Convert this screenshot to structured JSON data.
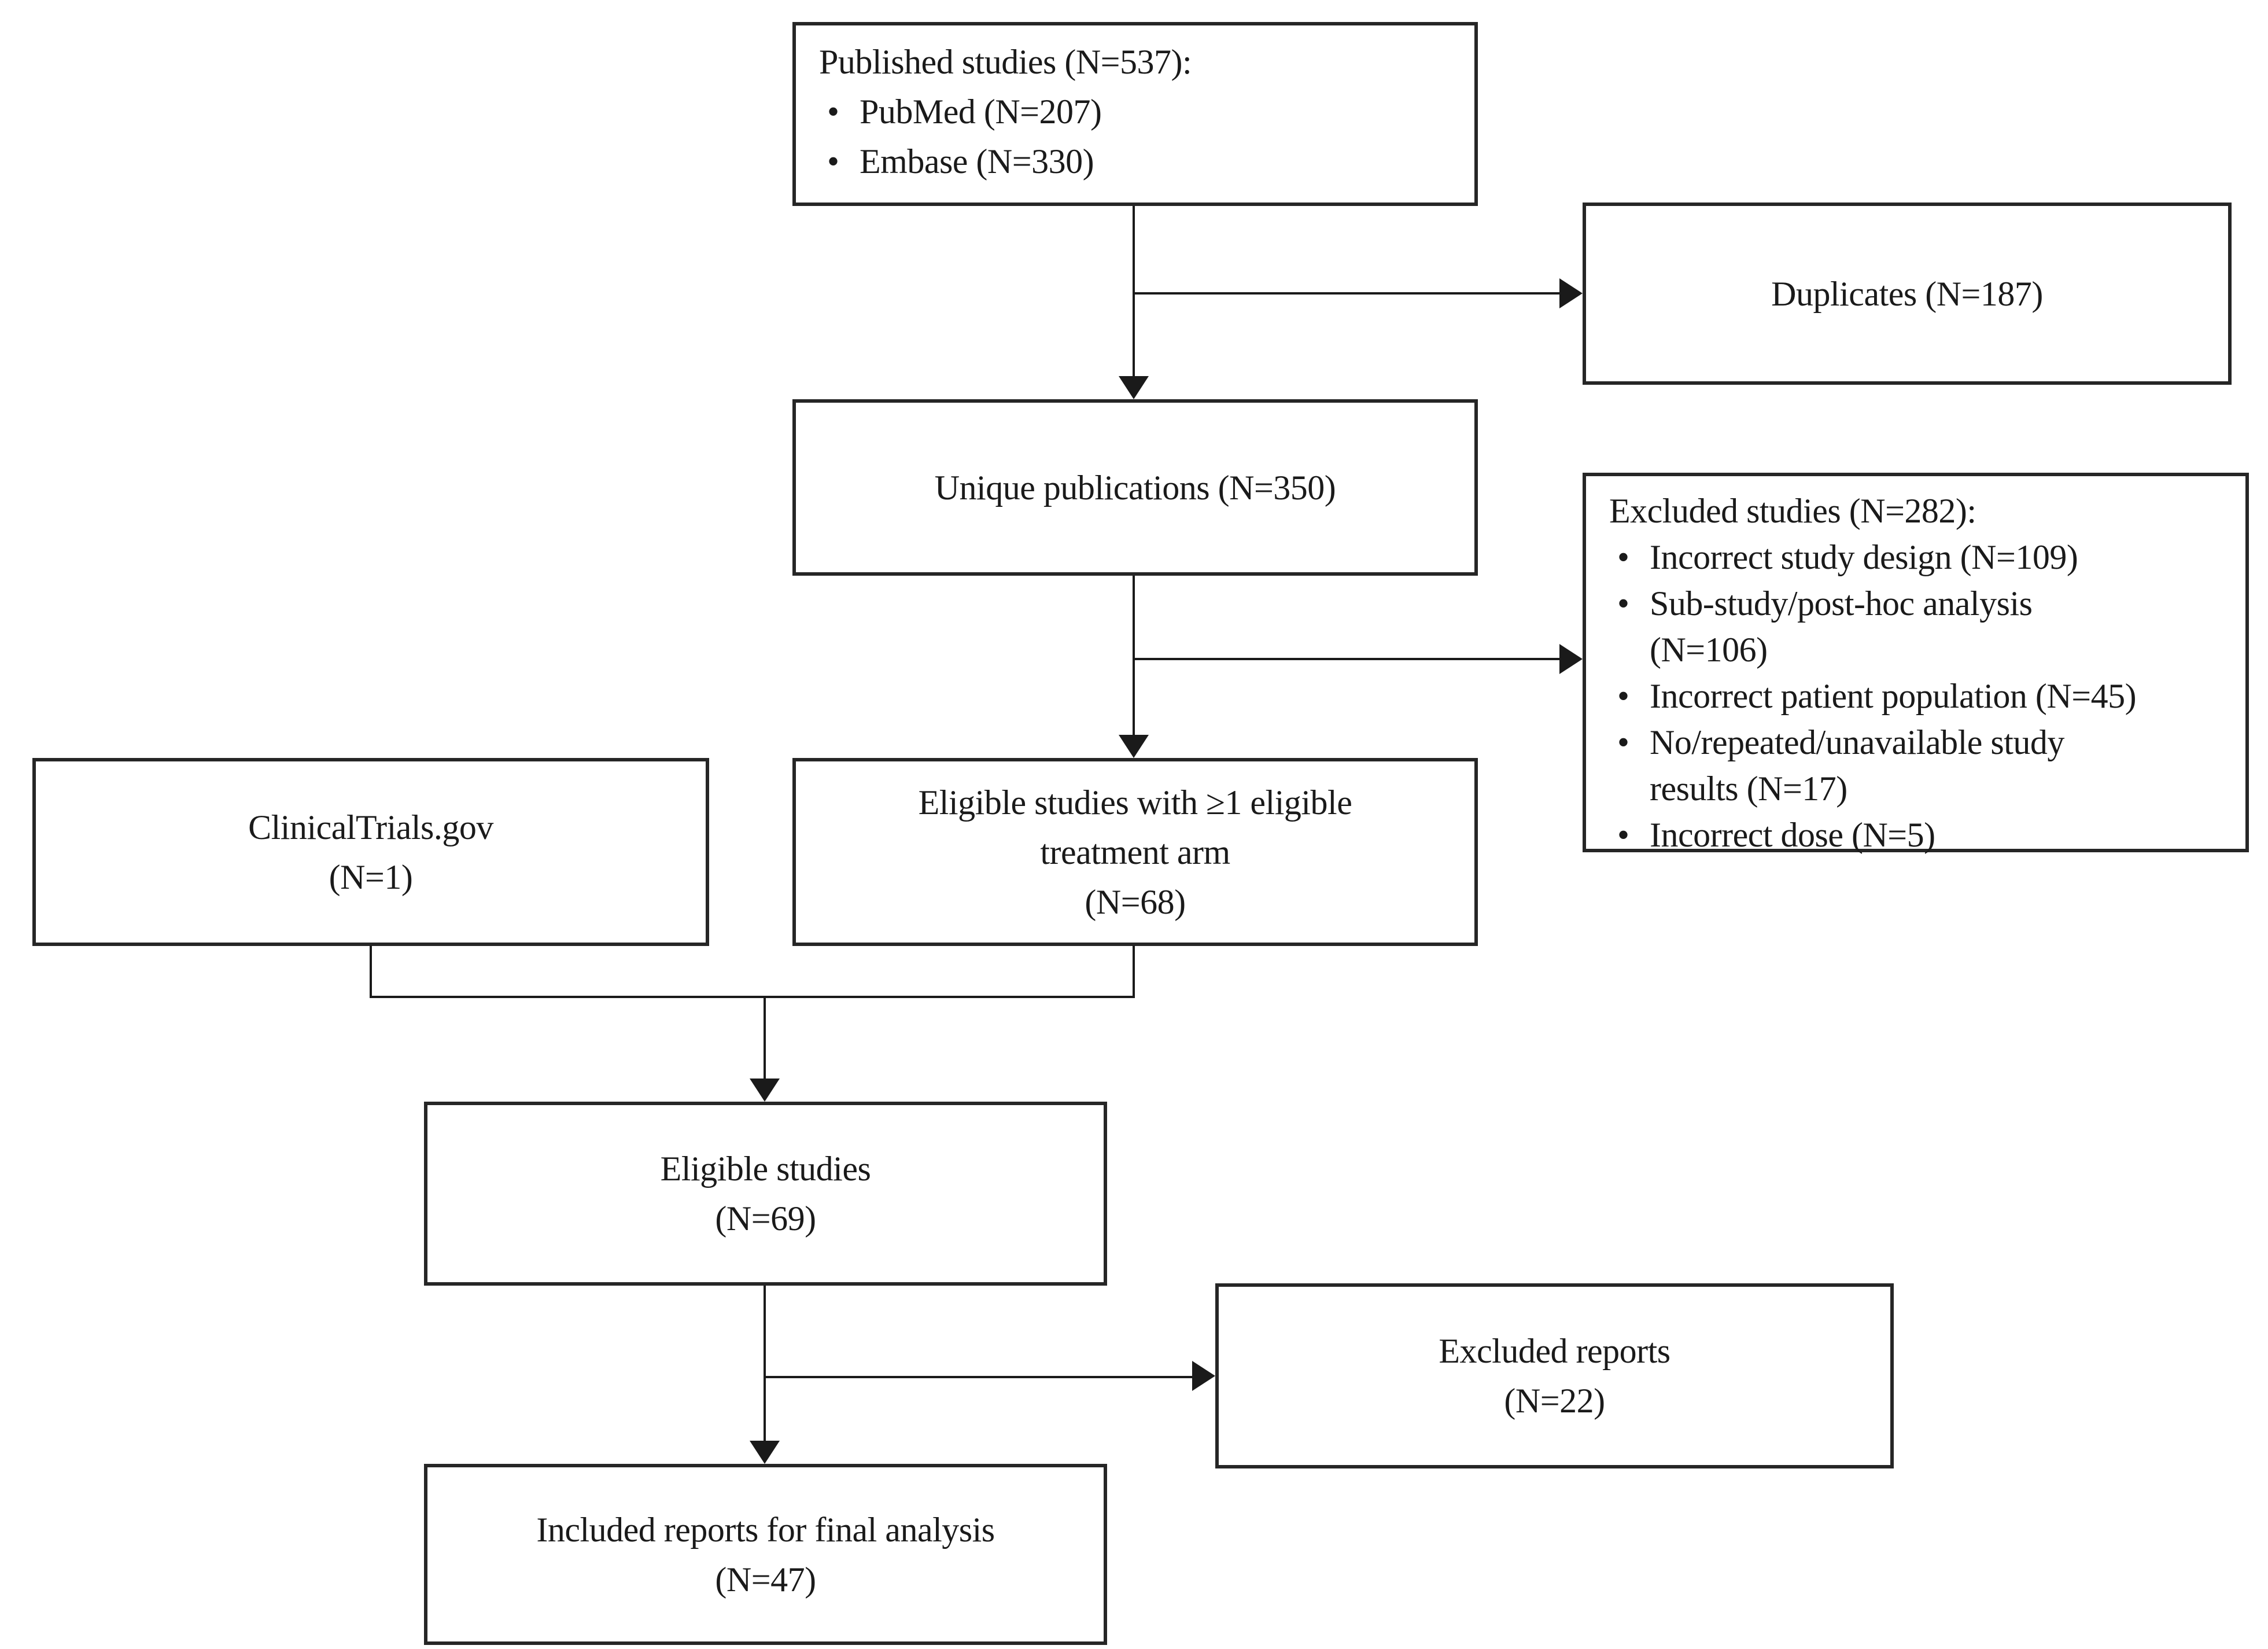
{
  "diagram": {
    "title": "Study selection flowchart",
    "bullet_glyph": "•",
    "colors": {
      "background": "#ffffff",
      "border": "#262626",
      "line": "#1a1a1a",
      "text": "#1a1a1a"
    },
    "boxes": {
      "published": {
        "title": "Published studies (N=537):",
        "bullets": [
          [
            "PubMed (N=207)"
          ],
          [
            "Embase (N=330)"
          ]
        ]
      },
      "duplicates": {
        "lines": [
          "Duplicates (N=187)"
        ]
      },
      "unique": {
        "lines": [
          "Unique publications (N=350)"
        ]
      },
      "excluded_studies": {
        "title": "Excluded studies (N=282):",
        "bullets": [
          [
            "Incorrect study design (N=109)"
          ],
          [
            "Sub-study/post-hoc analysis",
            "(N=106)"
          ],
          [
            "Incorrect patient population (N=45)"
          ],
          [
            "No/repeated/unavailable study",
            "results (N=17)"
          ],
          [
            "Incorrect dose (N=5)"
          ]
        ]
      },
      "clinicaltrials": {
        "lines": [
          "ClinicalTrials.gov",
          "(N=1)"
        ]
      },
      "eligible_arm": {
        "lines": [
          "Eligible studies with ≥1 eligible",
          "treatment arm",
          "(N=68)"
        ]
      },
      "eligible": {
        "lines": [
          "Eligible studies",
          "(N=69)"
        ]
      },
      "excluded_reports": {
        "lines": [
          "Excluded reports",
          "(N=22)"
        ]
      },
      "included": {
        "lines": [
          "Included reports for final analysis",
          "(N=47)"
        ]
      }
    },
    "edges": [
      {
        "from": "published",
        "to": "unique"
      },
      {
        "from": "published",
        "to": "duplicates"
      },
      {
        "from": "unique",
        "to": "eligible_arm"
      },
      {
        "from": "unique",
        "to": "excluded_studies"
      },
      {
        "from": "clinicaltrials",
        "to": "eligible"
      },
      {
        "from": "eligible_arm",
        "to": "eligible"
      },
      {
        "from": "eligible",
        "to": "excluded_reports"
      },
      {
        "from": "eligible",
        "to": "included"
      }
    ]
  }
}
